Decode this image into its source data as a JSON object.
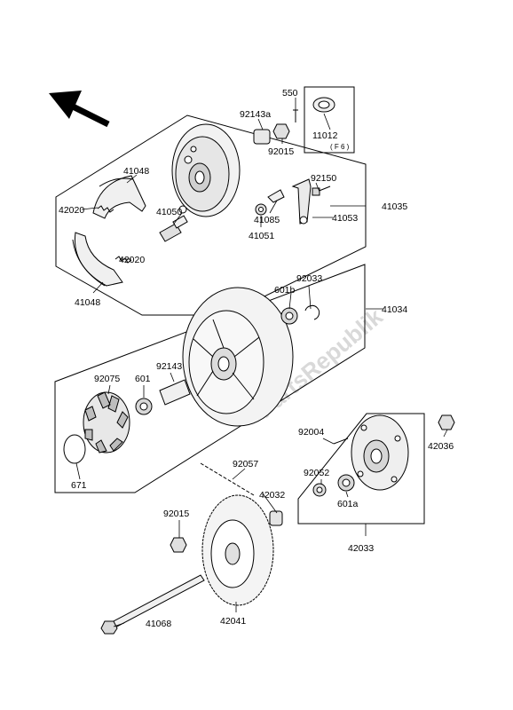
{
  "watermark": "PartsRepublik",
  "labels": {
    "p550": "550",
    "p92143a": "92143a",
    "p92015_top": "92015",
    "p11012": "11012",
    "p11012_note": "( F 6 )",
    "p41048_top": "41048",
    "p42020_top": "42020",
    "p41050": "41050",
    "p92150": "92150",
    "p41035": "41035",
    "p41085": "41085",
    "p41053": "41053",
    "p41051": "41051",
    "p42020_bot": "42020",
    "p41048_bot": "41048",
    "p92033": "92033",
    "p601b": "601b",
    "p41034": "41034",
    "p92075": "92075",
    "p601": "601",
    "p92143": "92143",
    "p92004": "92004",
    "p42036": "42036",
    "p92052": "92052",
    "p601a": "601a",
    "p671": "671",
    "p92057": "92057",
    "p42032": "42032",
    "p92015_bot": "92015",
    "p42033": "42033",
    "p41068": "41068",
    "p42041": "42041"
  }
}
